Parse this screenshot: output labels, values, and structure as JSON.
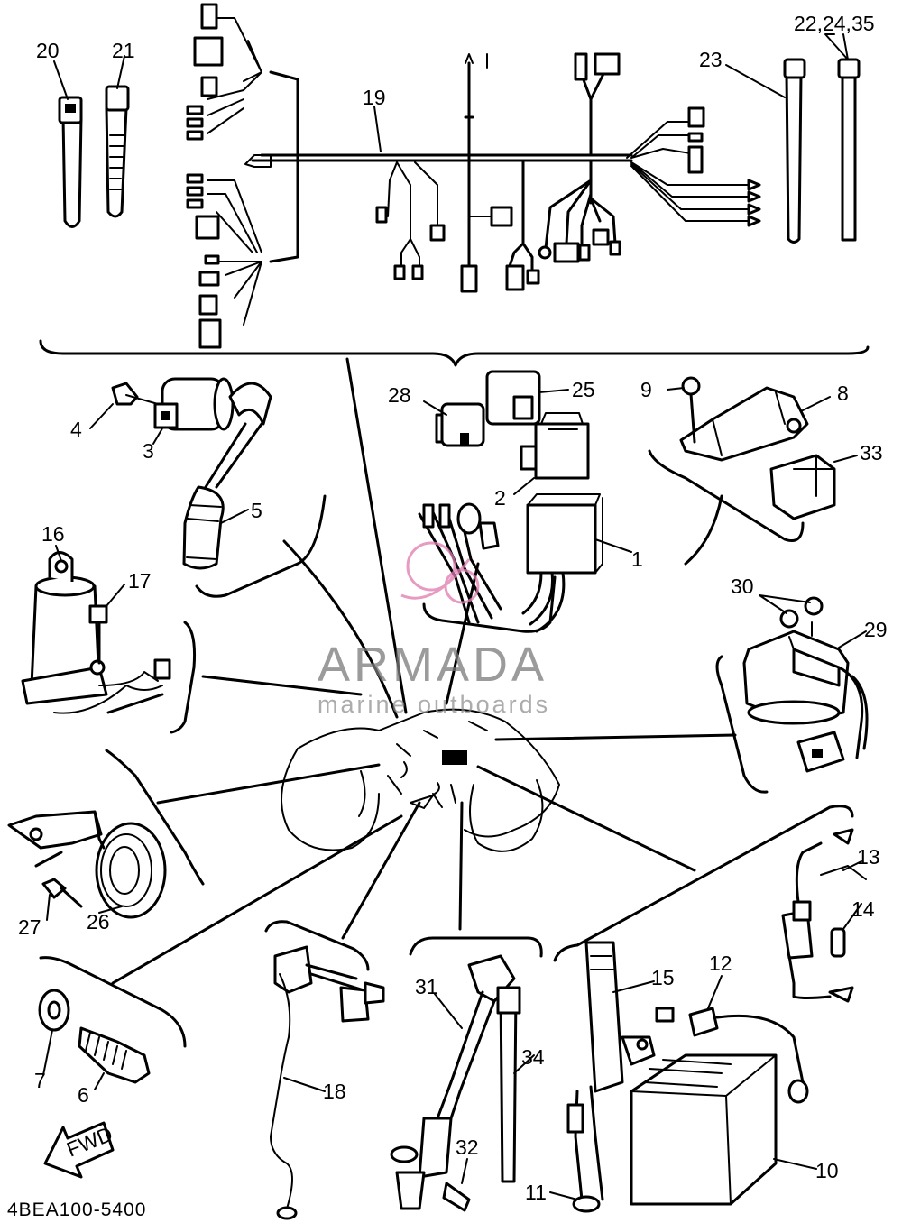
{
  "diagram": {
    "drawing_code": "4BEA100-5400",
    "direction_label": "FWD",
    "watermark": {
      "brand": "ARMADA",
      "tagline": "marine outboards",
      "logo_color": "#e07ab0"
    },
    "part_labels": [
      "20",
      "21",
      "19",
      "23",
      "22,24,35",
      "4",
      "3",
      "5",
      "28",
      "25",
      "2",
      "1",
      "9",
      "8",
      "33",
      "16",
      "17",
      "30",
      "29",
      "27",
      "26",
      "13",
      "14",
      "7",
      "6",
      "18",
      "31",
      "34",
      "32",
      "15",
      "12",
      "11",
      "10"
    ]
  }
}
